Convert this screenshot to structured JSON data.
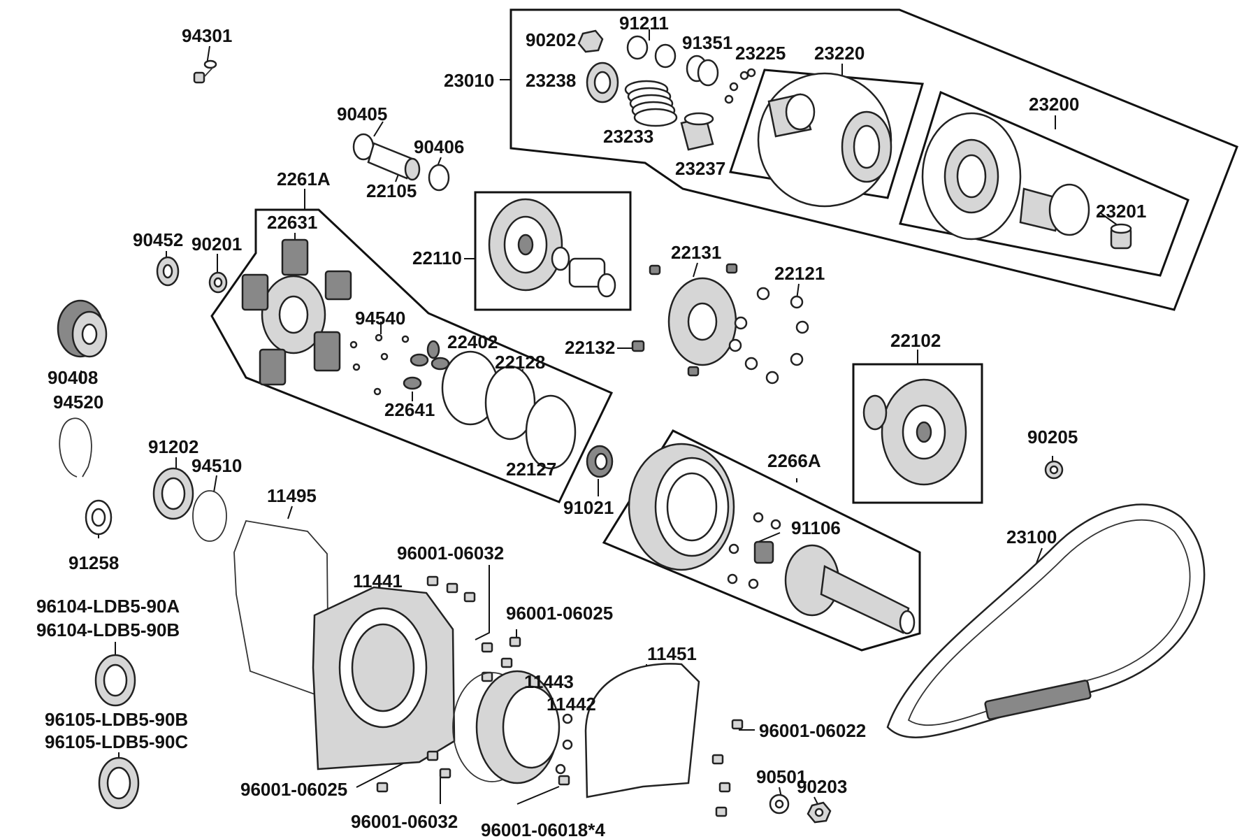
{
  "labels": {
    "l94301": "94301",
    "l90202": "90202",
    "l91211": "91211",
    "l91351": "91351",
    "l23225": "23225",
    "l23220": "23220",
    "l23010": "23010",
    "l23238": "23238",
    "l23233": "23233",
    "l23237": "23237",
    "l23200": "23200",
    "l23201": "23201",
    "l90405": "90405",
    "l90406": "90406",
    "l22105": "22105",
    "l2261A": "2261A",
    "l22631": "22631",
    "l22110": "22110",
    "l22131": "22131",
    "l22121": "22121",
    "l90452": "90452",
    "l90201": "90201",
    "l94540": "94540",
    "l22402": "22402",
    "l22128": "22128",
    "l22132": "22132",
    "l22102": "22102",
    "l90408": "90408",
    "l22641": "22641",
    "l94520": "94520",
    "l22127": "22127",
    "l90205": "90205",
    "l91202": "91202",
    "l94510": "94510",
    "l11495": "11495",
    "l91021": "91021",
    "l2266A": "2266A",
    "l91106": "91106",
    "l23100": "23100",
    "l91258": "91258",
    "l96001_06032_top": "96001-06032",
    "l11441": "11441",
    "l96104_LDB5_90A": "96104-LDB5-90A",
    "l96104_LDB5_90B": "96104-LDB5-90B",
    "l96001_06025_top": "96001-06025",
    "l11451": "11451",
    "l11443": "11443",
    "l11442": "11442",
    "l96105_LDB5_90B": "96105-LDB5-90B",
    "l96105_LDB5_90C": "96105-LDB5-90C",
    "l96001_06022": "96001-06022",
    "l90501": "90501",
    "l90203": "90203",
    "l96001_06025_bot": "96001-06025",
    "l96001_06032_bot": "96001-06032",
    "l96001_06018x4": "96001-06018*4"
  }
}
